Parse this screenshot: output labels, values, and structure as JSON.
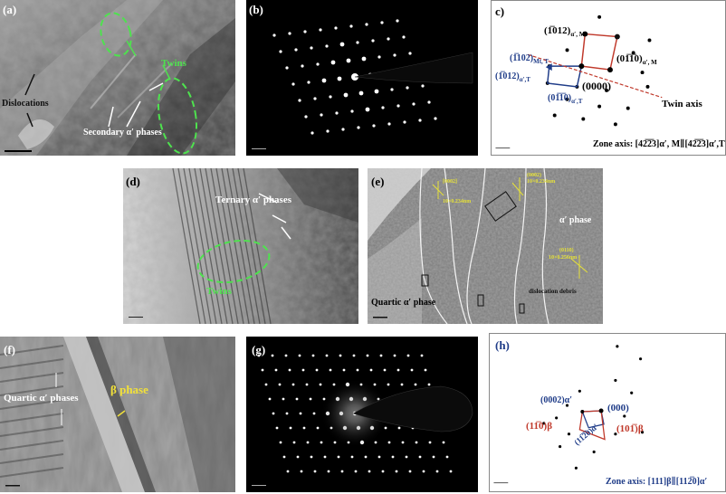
{
  "panels": {
    "a": {
      "label": "(a)",
      "annotations": {
        "twins": "Twins",
        "dislocations": "Dislocations",
        "secondary": "Secondary α′ phases"
      },
      "colors": {
        "twins": "#4ee24e",
        "text": "#ffffff"
      }
    },
    "b": {
      "label": "(b)"
    },
    "c": {
      "label": "c)",
      "spots": {
        "m1": {
          "miller": "(1̅012)",
          "sub": "α′, M"
        },
        "m2": {
          "miller": "(01̅1̅0)",
          "sub": "α′, M"
        },
        "t1": {
          "miller": "(1̅102)",
          "sub": "Mt, T"
        },
        "t2": {
          "miller": "(1̅012)",
          "sub": "α′,T"
        },
        "t3": {
          "miller": "(01̅1̅0)",
          "sub": "α′,T"
        },
        "origin": "(0000)"
      },
      "twin_axis": "Twin axis",
      "zone_axis": "Zone axis: [42̅2̅3]α′, M∥[42̅2̅3]α′,T",
      "colors": {
        "matrix": "#c0392b",
        "twin": "#1f3c88",
        "twin_axis": "#c0392b"
      }
    },
    "d": {
      "label": "(d)",
      "annotations": {
        "ternary": "Ternary α′ phases",
        "twins": "Twins"
      },
      "colors": {
        "twins": "#4ee24e"
      }
    },
    "e": {
      "label": "(e)",
      "annotations": {
        "alpha": "α′ phase",
        "quartic": "Quartic α′ phase",
        "dislocation": "dislocation debris",
        "d1_plane": "[0002]",
        "d1_val": "10×0.234nm",
        "d2_plane": "(0002)",
        "d2_val": "10×0.234nm",
        "d3_plane": "(0110)",
        "d3_val": "10×0.256nm"
      },
      "colors": {
        "measure": "#e5e03a"
      }
    },
    "f": {
      "label": "(f)",
      "annotations": {
        "quartic": "Quartic α′ phases",
        "beta": "β phase"
      },
      "colors": {
        "beta": "#f2e13a"
      }
    },
    "g": {
      "label": "(g)"
    },
    "h": {
      "label": "(h)",
      "spots": {
        "a1": "(0002)α′",
        "origin": "(000)",
        "b1": "(11̅0)β",
        "b2": "(101̅)β",
        "a2": "(11̅2̅0)α′"
      },
      "zone_axis": "Zone axis: [111]β∥[112̅0]α′",
      "colors": {
        "beta": "#c0392b",
        "alpha": "#1f3c88"
      }
    }
  }
}
